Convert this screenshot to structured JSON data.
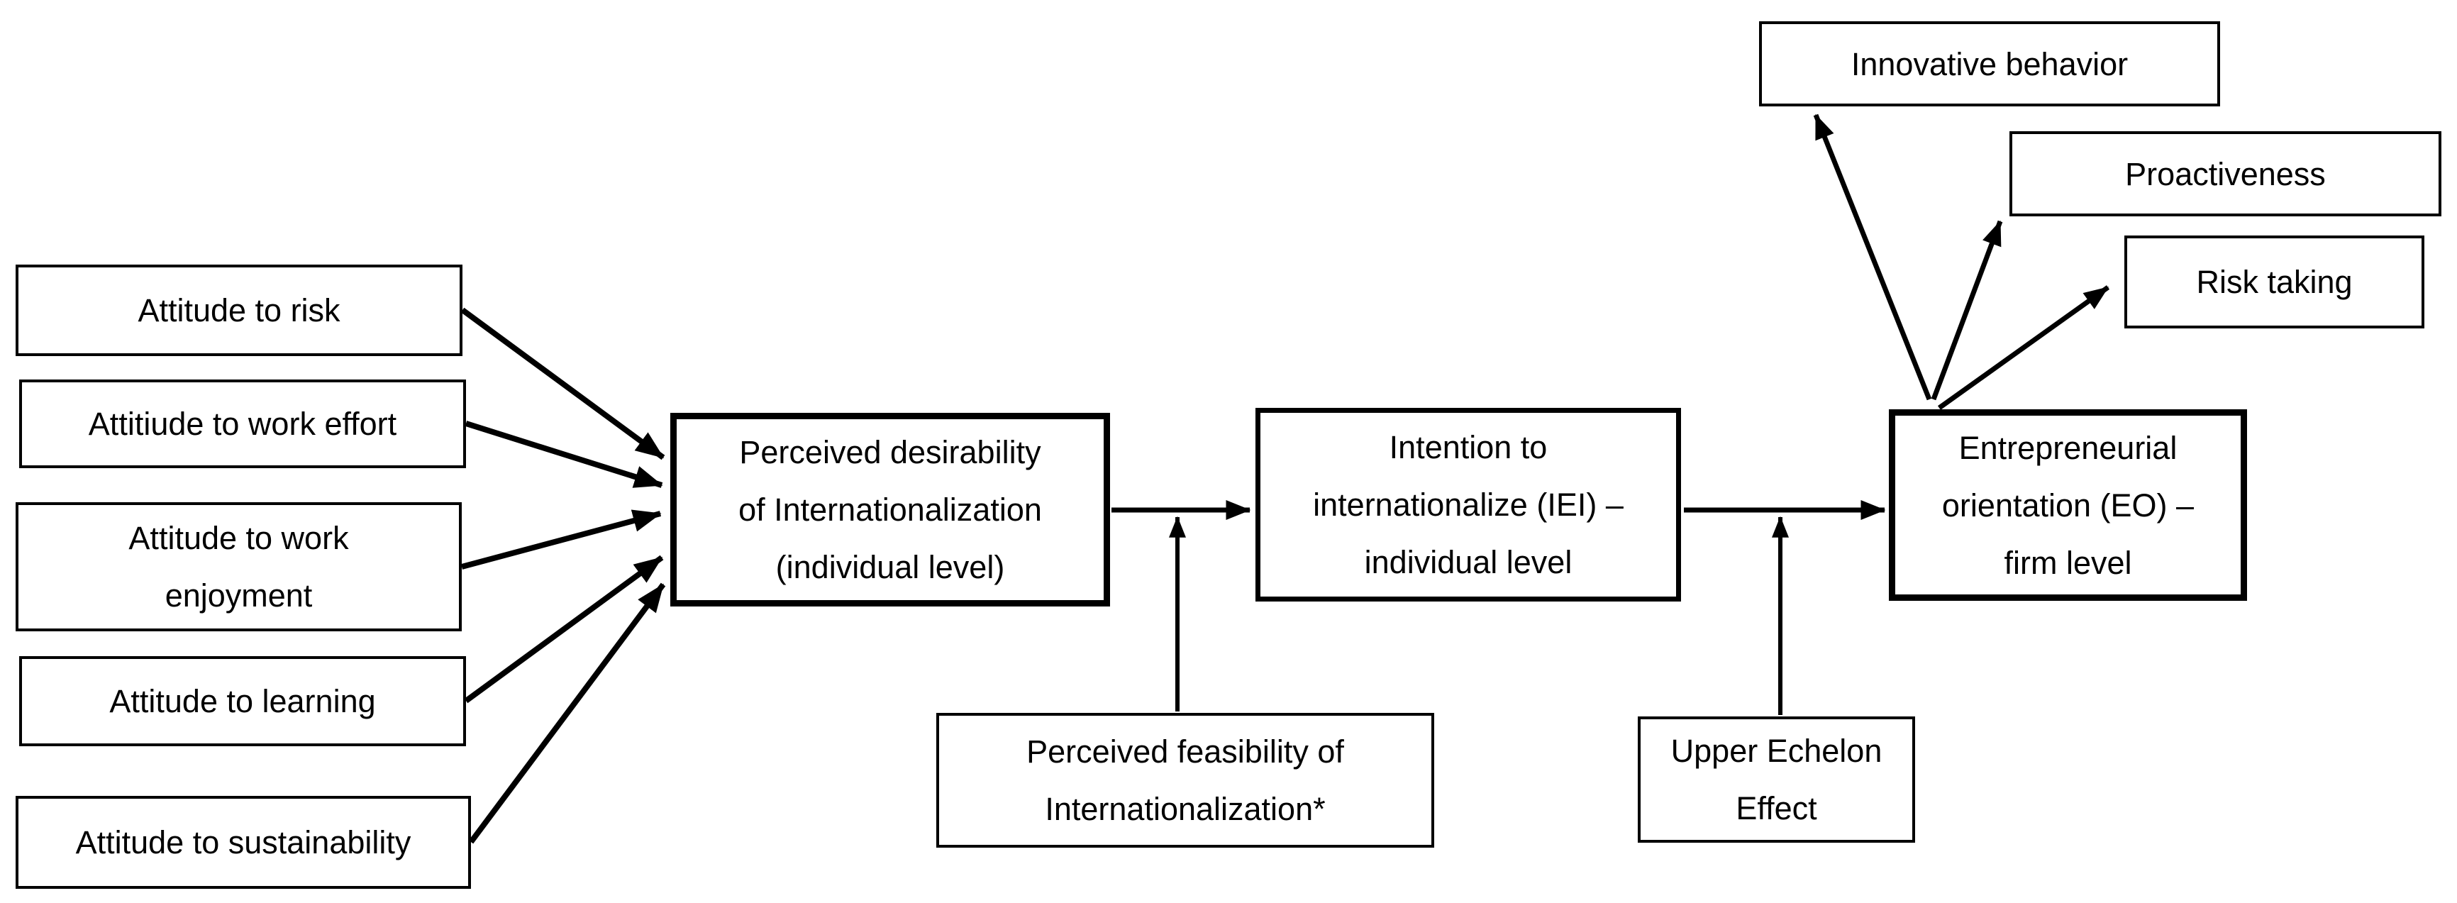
{
  "colors": {
    "line": "#000000",
    "box_background": "#ffffff",
    "text": "#000000"
  },
  "diagram": {
    "nodes": {
      "risk": {
        "label": "Attitude to risk"
      },
      "effort": {
        "label": "Attitiude to work effort"
      },
      "enjoyment": {
        "label": "Attitude to work\nenjoyment"
      },
      "learning": {
        "label": "Attitude to learning"
      },
      "sustainability": {
        "label": "Attitude to sustainability"
      },
      "desirability": {
        "label": "Perceived desirability\nof Internationalization\n(individual level)"
      },
      "intention": {
        "label": "Intention to\ninternationalize (IEI) –\nindividual level"
      },
      "eo": {
        "label": "Entrepreneurial\norientation (EO) –\nfirm level"
      },
      "innovative": {
        "label": "Innovative behavior"
      },
      "proactiveness": {
        "label": "Proactiveness"
      },
      "risk_taking": {
        "label": "Risk taking"
      },
      "feasibility": {
        "label": "Perceived feasibility of\nInternationalization*"
      },
      "upper_echelon": {
        "label": "Upper Echelon\nEffect"
      }
    },
    "edges": [
      {
        "from": "risk",
        "to": "desirability"
      },
      {
        "from": "effort",
        "to": "desirability"
      },
      {
        "from": "enjoyment",
        "to": "desirability"
      },
      {
        "from": "learning",
        "to": "desirability"
      },
      {
        "from": "sustainability",
        "to": "desirability"
      },
      {
        "from": "desirability",
        "to": "intention"
      },
      {
        "from": "feasibility",
        "to": "desirability-intention-arrow"
      },
      {
        "from": "intention",
        "to": "eo"
      },
      {
        "from": "upper_echelon",
        "to": "intention-eo-arrow"
      },
      {
        "from": "eo",
        "to": "innovative"
      },
      {
        "from": "eo",
        "to": "proactiveness"
      },
      {
        "from": "eo",
        "to": "risk_taking"
      }
    ]
  }
}
